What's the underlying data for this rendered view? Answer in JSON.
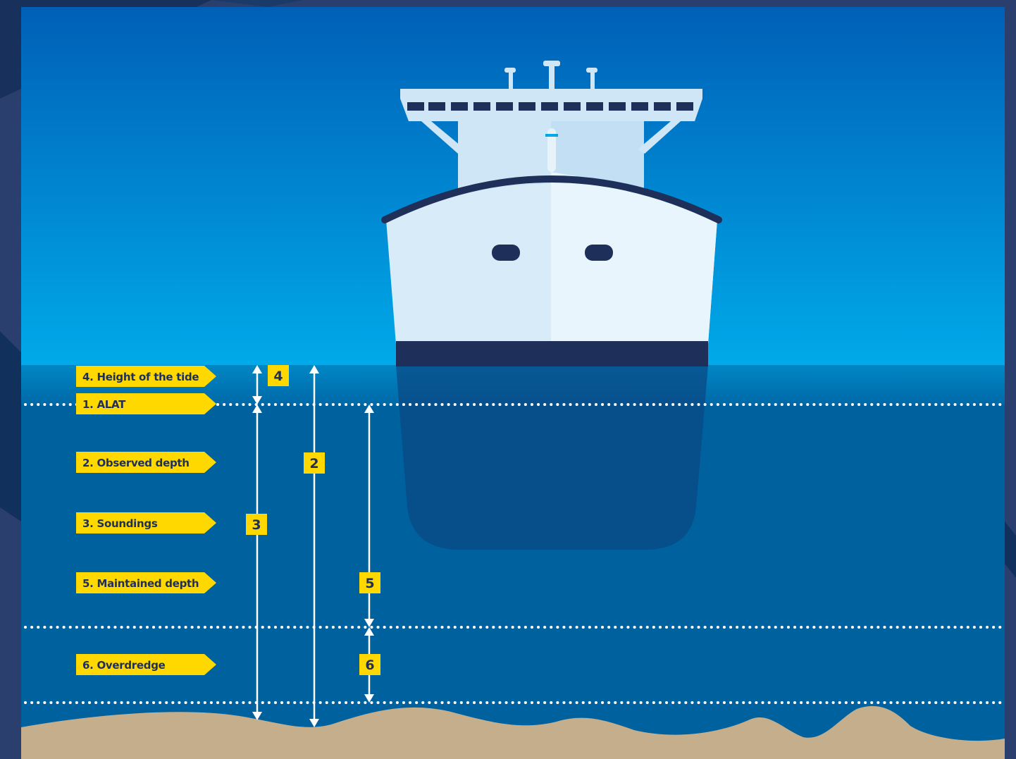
{
  "colors": {
    "frame": "#2b3f6e",
    "sky_top": "#0062b8",
    "sky_bottom": "#00a8e8",
    "water": "#00609e",
    "seabed": "#c4ae8c",
    "label_bg": "#ffd800",
    "label_text": "#1e2f5a",
    "hull_dark": "#1e2f5a",
    "hull_light": "#e6f3fb",
    "dotted_line": "#ffffff"
  },
  "labels": [
    {
      "id": "tide",
      "text": "4. Height of the tide"
    },
    {
      "id": "alat",
      "text": "1. ALAT"
    },
    {
      "id": "observed",
      "text": "2. Observed depth"
    },
    {
      "id": "soundings",
      "text": "3. Soundings"
    },
    {
      "id": "maintained",
      "text": "5. Maintained depth"
    },
    {
      "id": "overdredge",
      "text": "6. Overdredge"
    }
  ],
  "measure_numbers": {
    "tide": "4",
    "observed": "2",
    "soundings": "3",
    "maintained": "5",
    "overdredge": "6"
  }
}
